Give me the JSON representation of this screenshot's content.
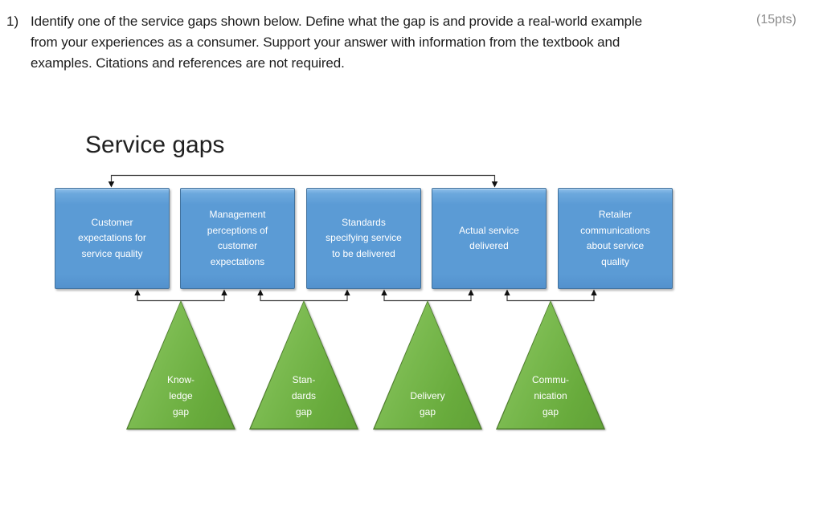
{
  "question": {
    "number": "1)",
    "points": "(15pts)",
    "lines": [
      "Identify one of the service gaps shown below. Define what the gap is and provide a real-world example",
      "from your experiences as a consumer. Support your answer with information from the textbook and",
      "examples. Citations and references are not required."
    ]
  },
  "diagram": {
    "title": "Service gaps",
    "boxes": [
      {
        "label": "Customer\nexpectations for\nservice quality"
      },
      {
        "label": "Management\nperceptions of\ncustomer\nexpectations"
      },
      {
        "label": "Standards\nspecifying service\nto be delivered"
      },
      {
        "label": "Actual service\ndelivered"
      },
      {
        "label": "Retailer\ncommunications\nabout service\nquality"
      }
    ],
    "gaps": [
      {
        "label": "Know-\nledge\ngap"
      },
      {
        "label": "Stan-\ndards\ngap"
      },
      {
        "label": "Delivery\ngap"
      },
      {
        "label": "Commu-\nnication\ngap"
      }
    ],
    "colors": {
      "box_fill": "#5b9bd5",
      "box_border": "#41719c",
      "box_text": "#ffffff",
      "triangle_fill": "#70ad47",
      "triangle_border": "#4e7d2d",
      "triangle_text": "#ffffff",
      "connector": "#3c3c3c",
      "question_text": "#1d1d1d",
      "points_text": "#8c8c8c"
    }
  }
}
